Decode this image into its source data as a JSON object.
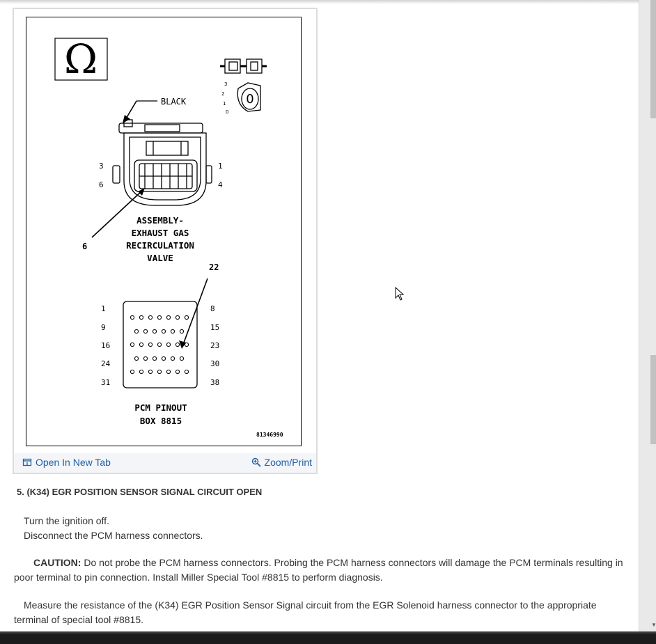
{
  "figure": {
    "ohm_symbol": "Ω",
    "black_label": "BLACK",
    "egr_left_top_pin": "3",
    "egr_left_bottom_pin": "6",
    "egr_right_top_pin": "1",
    "egr_right_bottom_pin": "4",
    "egr_pointer_number": "6",
    "egr_caption": [
      "ASSEMBLY-",
      "EXHAUST GAS",
      "RECIRCULATION",
      "VALVE"
    ],
    "pcm_pointer_number": "22",
    "pcm_left_pins": [
      "1",
      "9",
      "16",
      "24",
      "31"
    ],
    "pcm_right_pins": [
      "8",
      "15",
      "23",
      "30",
      "38"
    ],
    "pcm_caption": [
      "PCM PINOUT",
      "BOX 8815"
    ],
    "ignition_positions": [
      "3",
      "2",
      "1",
      "0"
    ],
    "figure_id": "81346990"
  },
  "toolbar": {
    "open_new_tab": "Open In New Tab",
    "zoom_print": "Zoom/Print"
  },
  "step": {
    "title": "5. (K34) EGR POSITION SENSOR SIGNAL CIRCUIT OPEN",
    "line1": "Turn the ignition off.",
    "line2": "Disconnect the PCM harness connectors.",
    "caution_label": "CAUTION:",
    "caution_text": " Do not probe the PCM harness connectors. Probing the PCM harness connectors will damage the PCM terminals resulting in poor terminal to pin connection. Install Miller Special Tool #8815 to perform diagnosis.",
    "measure_text": "Measure the resistance of the (K34) EGR Position Sensor Signal circuit from the EGR Solenoid harness connector to the appropriate terminal of special tool #8815."
  },
  "icons": {
    "open_tab": "open-tab-icon",
    "zoom": "zoom-icon",
    "cursor": "mouse-cursor-icon"
  },
  "colors": {
    "link": "#1f5fa6",
    "toolbar_bg": "#f3f5f8",
    "text": "#333333"
  }
}
